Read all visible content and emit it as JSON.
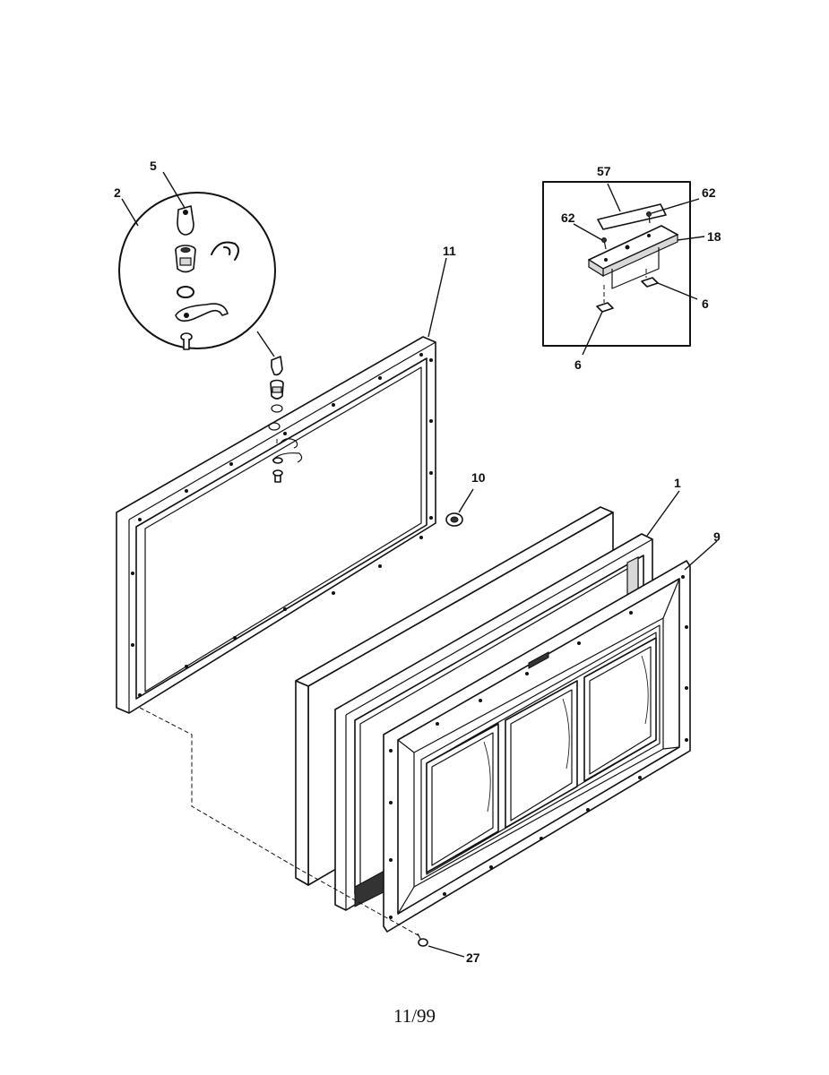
{
  "callouts": {
    "c5": "5",
    "c2": "2",
    "c11": "11",
    "c57": "57",
    "c62a": "62",
    "c62b": "62",
    "c18": "18",
    "c6a": "6",
    "c6b": "6",
    "c10": "10",
    "c1": "1",
    "c9": "9",
    "c27": "27"
  },
  "footer": {
    "date_code": "11/99"
  }
}
